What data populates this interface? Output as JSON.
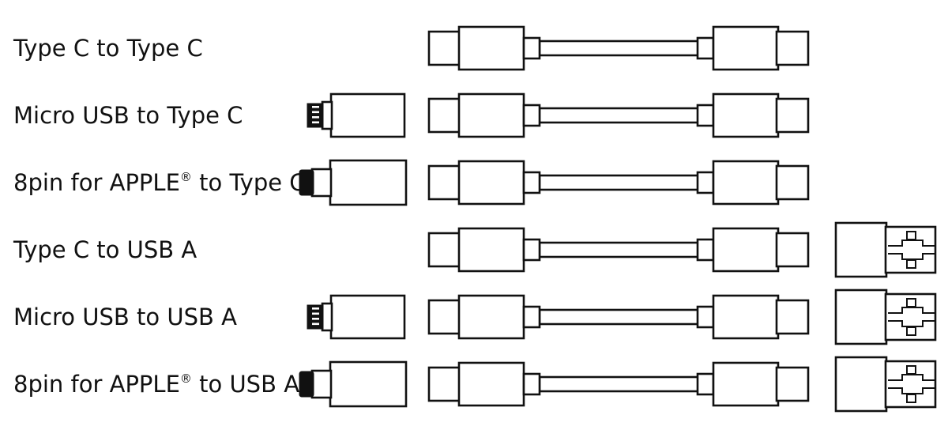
{
  "colors": {
    "stroke": "#111111",
    "fill": "#ffffff",
    "dark": "#111111"
  },
  "rows": [
    {
      "prefix": "Type C to Type C",
      "mark": "",
      "suffix": "",
      "left_adapter": "none",
      "right_adapter": "none"
    },
    {
      "prefix": "Micro USB to Type C",
      "mark": "",
      "suffix": "",
      "left_adapter": "micro-usb",
      "right_adapter": "none"
    },
    {
      "prefix": "8pin for APPLE",
      "mark": "®",
      "suffix": " to Type C",
      "left_adapter": "lightning",
      "right_adapter": "none"
    },
    {
      "prefix": "Type C to USB A",
      "mark": "",
      "suffix": "",
      "left_adapter": "none",
      "right_adapter": "usb-a"
    },
    {
      "prefix": "Micro USB to USB A",
      "mark": "",
      "suffix": "",
      "left_adapter": "micro-usb",
      "right_adapter": "usb-a"
    },
    {
      "prefix": "8pin for APPLE",
      "mark": "®",
      "suffix": " to USB A",
      "left_adapter": "lightning",
      "right_adapter": "usb-a"
    }
  ]
}
